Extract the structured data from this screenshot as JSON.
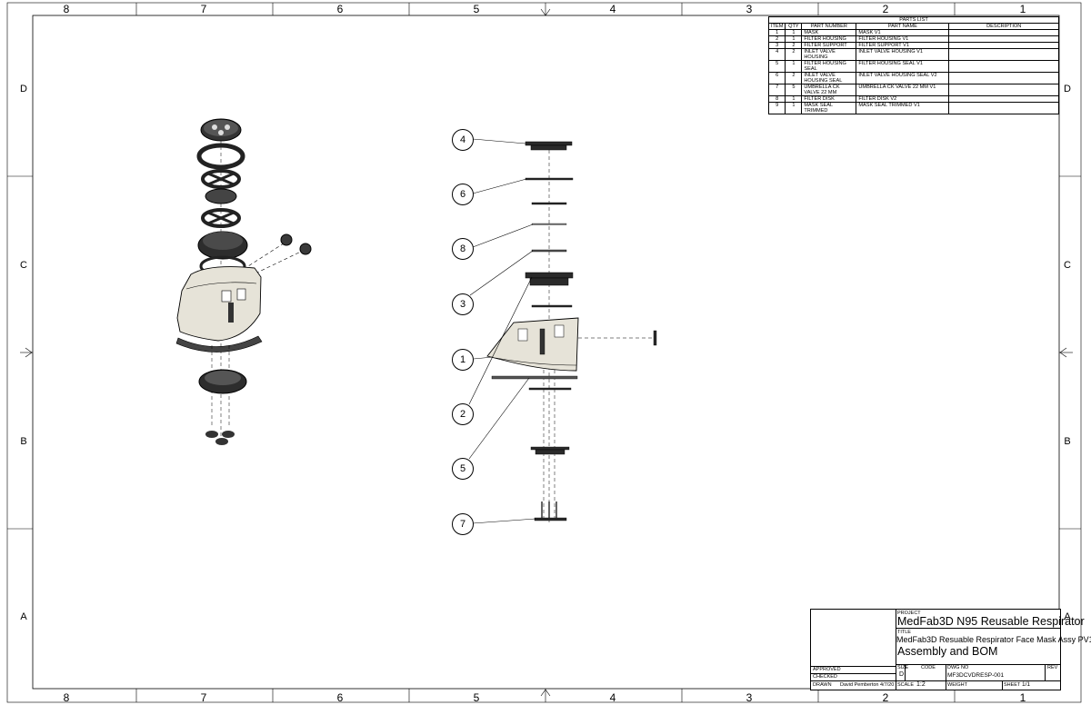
{
  "zones": {
    "columns": [
      "8",
      "7",
      "6",
      "5",
      "4",
      "3",
      "2",
      "1"
    ],
    "rows": [
      "D",
      "C",
      "B",
      "A"
    ]
  },
  "parts_list": {
    "title": "PARTS LIST",
    "headers": [
      "ITEM",
      "QTY",
      "PART NUMBER",
      "PART NAME",
      "DESCRIPTION"
    ],
    "rows": [
      {
        "item": "1",
        "qty": "1",
        "part_number": "MASK",
        "part_name": "MASK V1",
        "description": ""
      },
      {
        "item": "2",
        "qty": "1",
        "part_number": "FILTER HOUSING",
        "part_name": "FILTER HOUSING V1",
        "description": ""
      },
      {
        "item": "3",
        "qty": "2",
        "part_number": "FILTER SUPPORT",
        "part_name": "FILTER SUPPORT V1",
        "description": ""
      },
      {
        "item": "4",
        "qty": "2",
        "part_number": "INLET VALVE HOUSING",
        "part_name": "INLET VALVE HOUSING V1",
        "description": ""
      },
      {
        "item": "5",
        "qty": "1",
        "part_number": "FILTER HOUSING SEAL",
        "part_name": "FILTER HOUSING SEAL V1",
        "description": ""
      },
      {
        "item": "6",
        "qty": "2",
        "part_number": "INLET VALVE HOUSING SEAL",
        "part_name": "INLET VALVE HOUSING SEAL V2",
        "description": ""
      },
      {
        "item": "7",
        "qty": "5",
        "part_number": "UMBRELLA CK VALVE 22 MM",
        "part_name": "UMBRELLA CK VALVE 22 MM V1",
        "description": ""
      },
      {
        "item": "8",
        "qty": "1",
        "part_number": "FILTER DISK",
        "part_name": "FILTER DISK V2",
        "description": ""
      },
      {
        "item": "9",
        "qty": "1",
        "part_number": "MASK SEAL TRIMMED",
        "part_name": "MASK SEAL TRIMMED V1",
        "description": ""
      }
    ]
  },
  "balloons": [
    "4",
    "6",
    "8",
    "3",
    "1",
    "2",
    "5",
    "7"
  ],
  "title_block": {
    "project_label": "PROJECT",
    "project": "MedFab3D N95 Reusable Respirator",
    "title_label": "TITLE",
    "title_line1": "MedFab3D Resuable Respirator Face Mask Assy PV1",
    "title_line2": "Assembly and BOM",
    "approved_label": "APPROVED",
    "checked_label": "CHECKED",
    "drawn_label": "DRAWN",
    "drawn_by": "David Pemberton",
    "drawn_date": "4/7/20",
    "size_label": "SIZE",
    "size": "D",
    "code_label": "CODE",
    "dwg_no_label": "DWG NO",
    "dwg_no": "MF3DCVDRESP-001",
    "rev_label": "REV",
    "scale_label": "SCALE",
    "scale": "1:2",
    "weight_label": "WEIGHT",
    "sheet_label": "SHEET",
    "sheet": "1/1"
  },
  "colors": {
    "line": "#000000",
    "part_fill": "#e6e3d8",
    "part_dark": "#2a2a2a"
  }
}
